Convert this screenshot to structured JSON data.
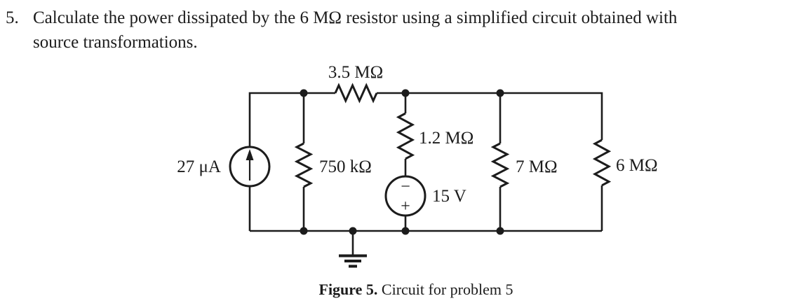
{
  "problem": {
    "number": "5.",
    "text_line1": "Calculate the power dissipated by the 6 MΩ resistor using a simplified circuit obtained with",
    "text_line2": "source transformations."
  },
  "circuit": {
    "current_source_label": "27 μA",
    "resistor_top_label": "3.5 MΩ",
    "resistor_left_label": "750 kΩ",
    "resistor_mid_label": "1.2 MΩ",
    "voltage_source_label": "15 V",
    "voltage_source_polarity_top": "−",
    "voltage_source_polarity_bottom": "+",
    "resistor_7m_label": "7 MΩ",
    "resistor_6m_label": "6 MΩ",
    "line_color": "#1c1c1c",
    "background_color": "#ffffff"
  },
  "caption": {
    "figure_label": "Figure 5.",
    "text": " Circuit for problem 5"
  }
}
